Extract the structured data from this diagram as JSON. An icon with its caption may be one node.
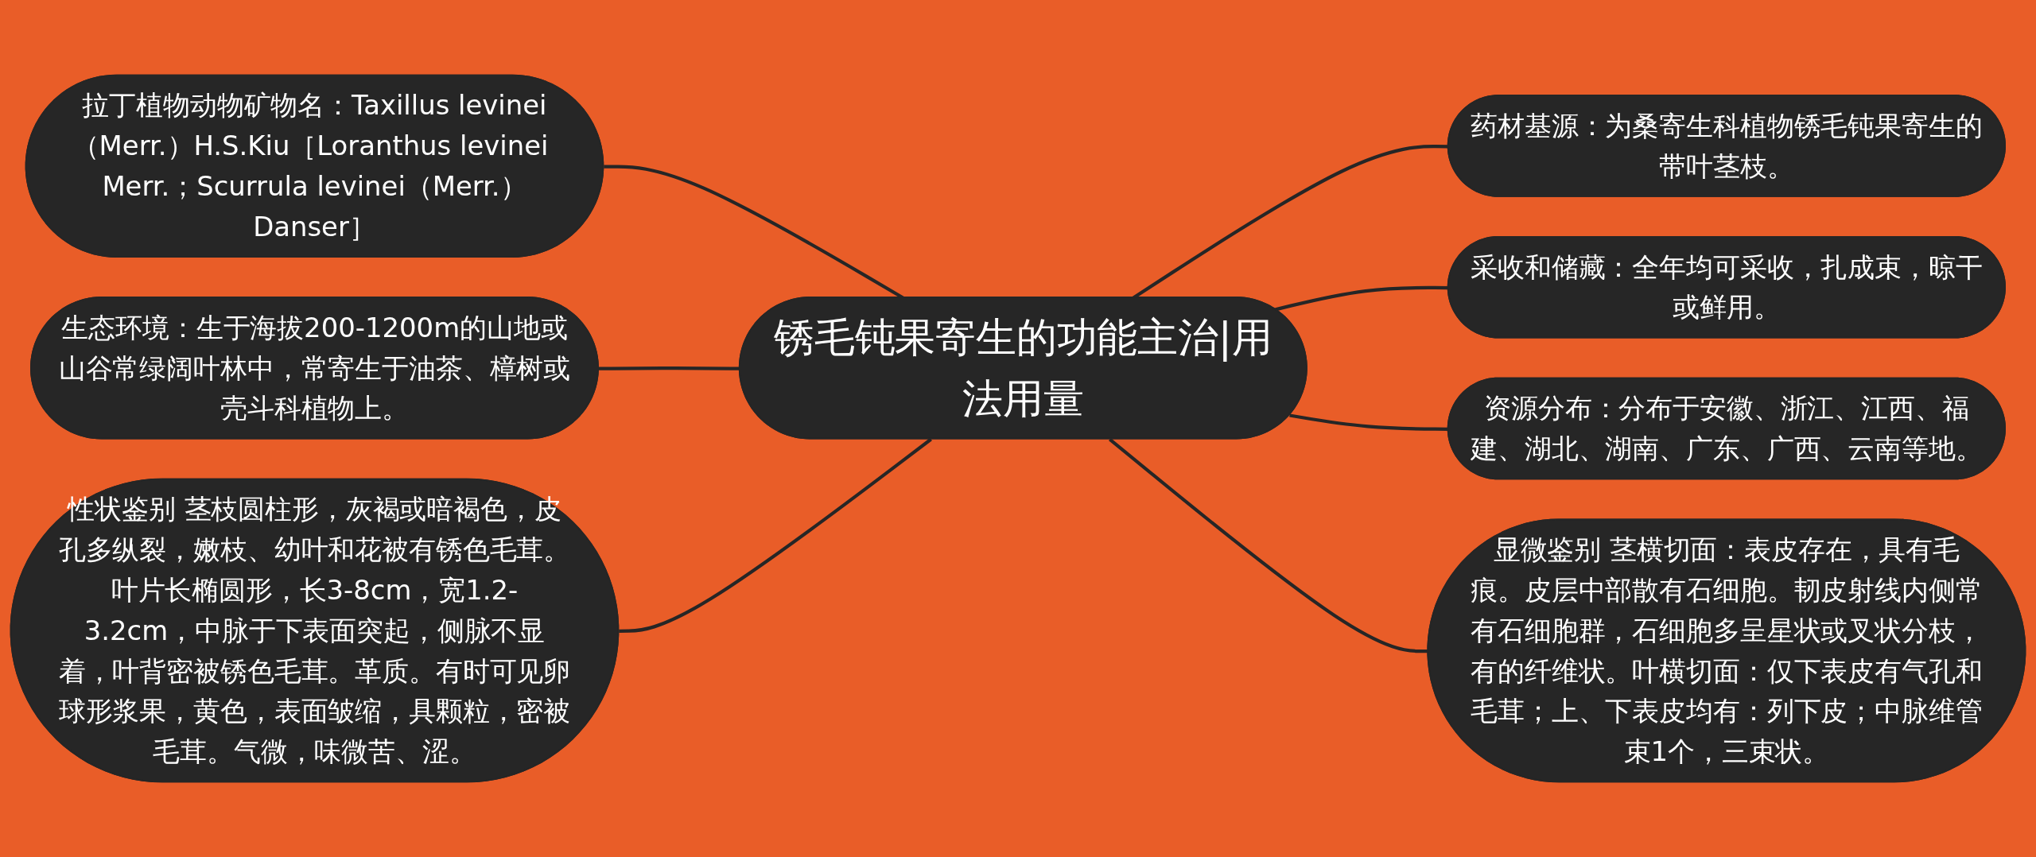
{
  "diagram": {
    "nodes": [
      {
        "text": [
          "锈毛钝果寄生的功能主治|用法用量"
        ]
      },
      {
        "text": [
          "拉丁植物动物矿物名：Taxillus levinei（Merr.）H.S.Kiu［Loranthus levinei Merr.；Scurrula levinei（Merr.）Danser］"
        ]
      },
      {
        "text": [
          "生态环境：生于海拔200-1200m的山地或山谷常绿阔叶林中，常寄生于油茶、樟树或壳斗科植物上。"
        ]
      },
      {
        "text": [
          "性状鉴别 茎枝圆柱形，灰褐或暗褐色，皮孔多纵裂，嫩枝、幼叶和花被有锈色毛茸。叶片长椭圆形，长3-8cm，宽1.2-3.2cm，中脉于下表面突起，侧脉不显着，叶背密被锈色毛茸。革质。有时可见卵球形浆果，黄色，表面皱缩，具颗粒，密被毛茸。气微，味微苦、涩。"
        ]
      },
      {
        "text": [
          "药材基源：为桑寄生科植物锈毛钝果寄生的带叶茎枝。"
        ]
      },
      {
        "text": [
          "采收和储藏：全年均可采收，扎成束，晾干或鲜用。"
        ]
      },
      {
        "text": [
          "资源分布：分布于安徽、浙江、江西、福建、湖北、湖南、广东、广西、云南等地。"
        ]
      },
      {
        "text": [
          "显微鉴别 茎横切面：表皮存在，具有毛痕。皮层中部散有石细胞。韧皮射线内侧常有石细胞群，石细胞多呈星状或叉状分枝，有的纤维状。叶横切面：仅下表皮有气孔和毛茸；上、下表皮均有：列下皮；中脉维管束1个，三束状。"
        ]
      }
    ],
    "edges": [
      {
        "from": 1,
        "to": 0,
        "arrow": "none"
      },
      {
        "from": 2,
        "to": 0,
        "arrow": "none"
      },
      {
        "from": 3,
        "to": 0,
        "arrow": "none"
      },
      {
        "from": 0,
        "to": 4,
        "arrow": "none"
      },
      {
        "from": 0,
        "to": 5,
        "arrow": "none"
      },
      {
        "from": 0,
        "to": 6,
        "arrow": "none"
      },
      {
        "from": 0,
        "to": 7,
        "arrow": "none"
      }
    ]
  }
}
